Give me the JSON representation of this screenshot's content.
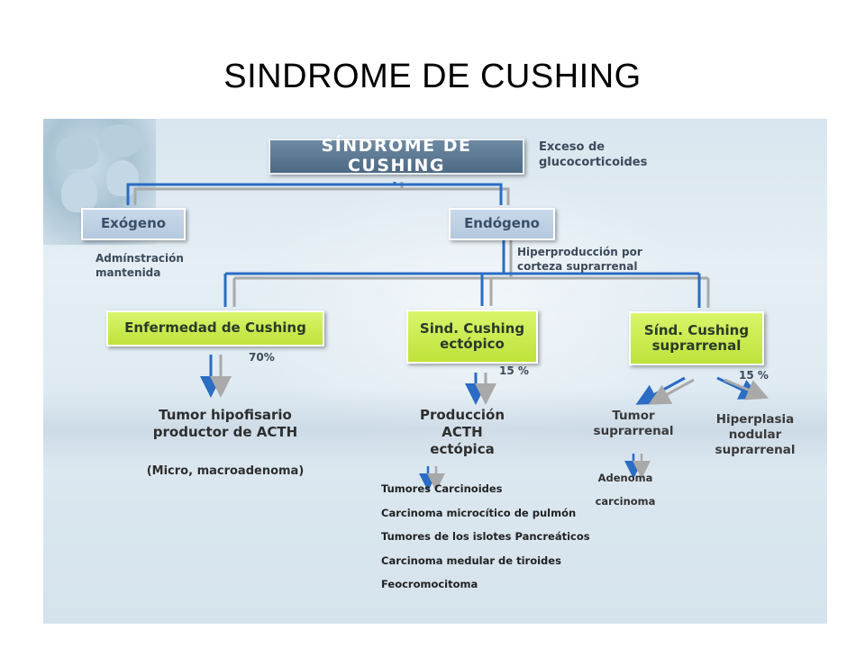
{
  "title": "SINDROME DE CUSHING",
  "diagram": {
    "root": "SÍNDROME DE CUSHING",
    "root_note": "Exceso de\nglucocorticoides",
    "exogeno": "Exógeno",
    "exogeno_note": "Admínstración\nmantenida",
    "endogeno": "Endógeno",
    "endogeno_note": "Hiperproducción por\ncorteza suprarrenal",
    "enfermedad": "Enfermedad de Cushing",
    "enfermedad_pct": "70%",
    "ectopico": "Sind. Cushing\nectópico",
    "ectopico_pct": "15 %",
    "suprarrenal": "Sínd. Cushing\nsuprarrenal",
    "suprarrenal_pct": "15 %",
    "tumor_hipofisario": "Tumor hipofisario\nproductor de ACTH",
    "micro": "(Micro, macroadenoma)",
    "produccion": "Producción\nACTH\nectópica",
    "tumor_suprarrenal": "Tumor\nsuprarrenal",
    "hiperplasia": "Hiperplasia\nnodular\nsuprarrenal",
    "adenoma": "Adenoma",
    "carcinoma": "carcinoma",
    "ectopic_list": [
      "Tumores Carcinoides",
      "Carcinoma microcítico de pulmón",
      "Tumores de los  islotes Pancreáticos",
      "Carcinoma medular de tiroides",
      "Feocromocitoma"
    ],
    "colors": {
      "connector_blue": "#2b6cc4",
      "connector_gray": "#a9a9a9",
      "box_green": "#c9ea45",
      "box_blue": "#bccfe3"
    }
  }
}
